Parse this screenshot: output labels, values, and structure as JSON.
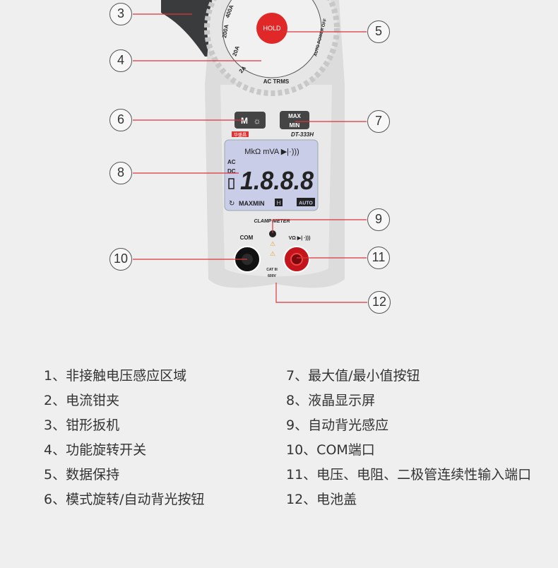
{
  "device": {
    "hold_label": "HOLD",
    "ranges": [
      "2A",
      "20A",
      "200A",
      "400A"
    ],
    "auto_power_off": "AUTO POWER OFF",
    "ac_trms": "AC TRMS",
    "mode_button": "M",
    "maxmin_button": [
      "MAX",
      "MIN"
    ],
    "brand": "华盛昌",
    "model": "DT-333H",
    "lcd": {
      "units": "MkΩ mVA ▶|·)))",
      "acdc": [
        "AC",
        "DC"
      ],
      "digits": "1.8.8.8",
      "maxmin": "MAXMIN",
      "hold_icon": "H",
      "auto": "AUTO"
    },
    "clamp_meter": "CLAMP METER",
    "com_label": "COM",
    "input_label": "VΩ ▶| ·)))",
    "cat": [
      "CAT III",
      "600V"
    ]
  },
  "callouts": [
    "3",
    "4",
    "5",
    "6",
    "7",
    "8",
    "9",
    "10",
    "11",
    "12"
  ],
  "legend_left": [
    "1、非接触电压感应区域",
    "2、电流钳夹",
    "3、钳形扳机",
    "4、功能旋转开关",
    "5、数据保持",
    "6、模式旋转/自动背光按钮"
  ],
  "legend_right": [
    "7、最大值/最小值按钮",
    "8、液晶显示屏",
    "9、自动背光感应",
    "10、COM端口",
    "11、电压、电阻、二极管连续性输入端口",
    "12、电池盖"
  ],
  "colors": {
    "leader": "#d9363e",
    "hold": "#e02828",
    "lcd": "#c9cde8"
  }
}
